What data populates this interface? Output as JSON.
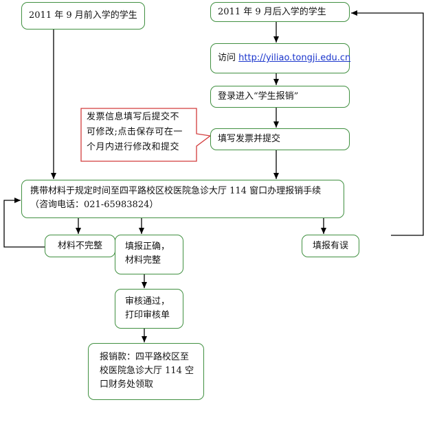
{
  "boxes": {
    "before": "2011 年 9 月前入学的学生",
    "after": "2011 年 9 月后入学的学生",
    "visit_prefix": "访问 ",
    "visit_link": "http://yiliao.tongji.edu.cn",
    "login": "登录进入“学生报销”",
    "fill": "填写发票并提交",
    "bring_line1": "携带材料于规定时间至四平路校区校医院急诊大厅 114 窗口办理报销手续",
    "bring_line2": "（咨询电话：021-65983824）",
    "incomplete": "材料不完整",
    "correct_line1": "填报正确，",
    "correct_line2": "材料完整",
    "error": "填报有误",
    "approved_line1": "审核通过，",
    "approved_line2": "打印审核单",
    "payment_line1": "报销款：四平路校区至",
    "payment_line2": "校医院急诊大厅 114 空",
    "payment_line3": "口财务处领取"
  },
  "callout": {
    "line1": "发票信息填写后提交不",
    "line2": "可修改;点击保存可在一",
    "line3": "个月内进行修改和提交"
  },
  "colors": {
    "box_border": "#3f8f3f",
    "callout_border": "#d23b3b",
    "arrow": "#000000",
    "link": "#1a35cc"
  }
}
